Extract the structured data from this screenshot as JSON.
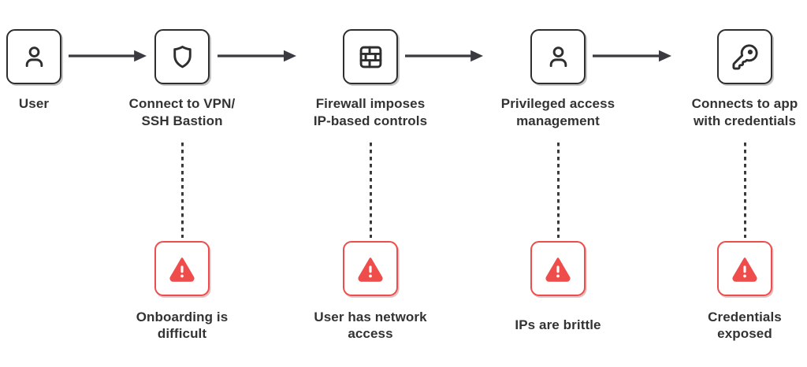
{
  "colors": {
    "ink": "#2e2e2e",
    "text": "#333333",
    "alert_red": "#ee4d4b",
    "background": "#ffffff"
  },
  "flow": {
    "steps": [
      {
        "key": "user",
        "icon": "user-icon",
        "label_lines": [
          "User"
        ]
      },
      {
        "key": "vpn-bastion",
        "icon": "shield-icon",
        "label_lines": [
          "Connect to VPN/",
          "SSH Bastion"
        ]
      },
      {
        "key": "firewall",
        "icon": "brick-wall-icon",
        "label_lines": [
          "Firewall imposes",
          "IP-based controls"
        ]
      },
      {
        "key": "pam",
        "icon": "user-icon",
        "label_lines": [
          "Privileged access",
          "management"
        ]
      },
      {
        "key": "app-credentials",
        "icon": "keys-icon",
        "label_lines": [
          "Connects to app",
          "with credentials"
        ]
      }
    ],
    "issues": [
      {
        "for_step": "vpn-bastion",
        "icon": "alert-triangle-icon",
        "lines": [
          "Onboarding is",
          "difficult"
        ]
      },
      {
        "for_step": "firewall",
        "icon": "alert-triangle-icon",
        "lines": [
          "User has network",
          "access"
        ]
      },
      {
        "for_step": "pam",
        "icon": "alert-triangle-icon",
        "lines": [
          "IPs are brittle"
        ]
      },
      {
        "for_step": "app-credentials",
        "icon": "alert-triangle-icon",
        "lines": [
          "Credentials",
          "exposed"
        ]
      }
    ]
  }
}
